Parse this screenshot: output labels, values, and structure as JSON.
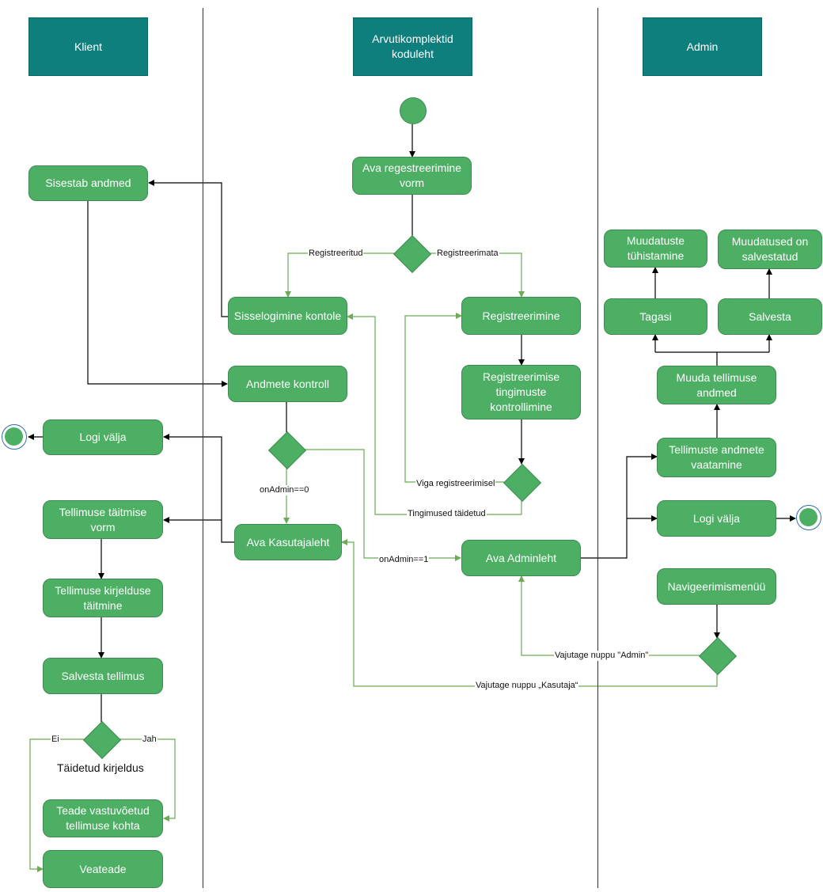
{
  "lanes": {
    "client": "Klient",
    "website": "Arvutikomplektid koduleht",
    "admin": "Admin"
  },
  "nodes": {
    "open_registration_form": "Ava regestreerimine vorm",
    "enters_data": "Sisestab andmed",
    "login_account": "Sisselogimine kontole",
    "registration": "Registreerimine",
    "registration_terms_check": "Registreerimise tingimuste kontrollimine",
    "data_check": "Andmete kontroll",
    "client_logout": "Logi välja",
    "order_form": "Tellimuse täitmise vorm",
    "open_user_page": "Ava Kasutajaleht",
    "open_admin_page": "Ava Adminleht",
    "order_description": "Tellimuse kirjelduse täitmine",
    "save_order": "Salvesta tellimus",
    "order_accepted_notice": "Teade vastuvõetud tellimuse kohta",
    "error_message": "Veateade",
    "cancel_changes": "Muudatuste tühistamine",
    "changes_saved": "Muudatused on salvestatud",
    "back": "Tagasi",
    "save": "Salvesta",
    "edit_order_data": "Muuda tellimuse andmed",
    "view_order_data": "Tellimuste andmete vaatamine",
    "admin_logout": "Logi välja",
    "navigation_menu": "Navigeerimismenüü"
  },
  "edge_labels": {
    "registered": "Registreeritud",
    "unregistered": "Registreerimata",
    "registration_error": "Viga registreerimisel",
    "terms_met": "Tingimused täidetud",
    "is_admin_0": "onAdmin==0",
    "is_admin_1": "onAdmin==1",
    "press_admin": "Vajutage nuppu \"Admin\"",
    "press_user": "Vajutage nuppu „Kasutaja“",
    "no": "Ei",
    "yes": "Jah",
    "description_filled": "Täidetud kirjeldus"
  },
  "colors": {
    "header_fill": "#0e7f7c",
    "node_fill": "#4caf63",
    "flow_black": "#000000",
    "flow_green": "#6aab55",
    "end_ring": "#2f6fb0"
  }
}
